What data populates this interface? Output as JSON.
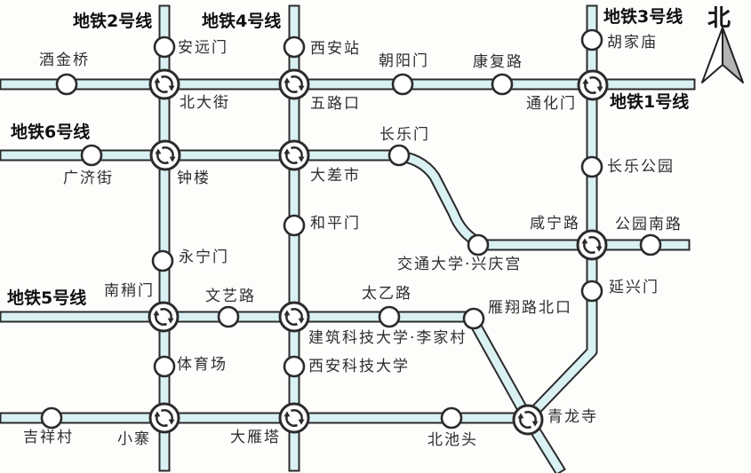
{
  "compass": {
    "label": "北"
  },
  "colors": {
    "line_fill": "#d9f1f3",
    "line_stroke": "#2b2b2b",
    "station_fill": "#ffffff",
    "text": "#2e2e2e"
  },
  "line_labels": [
    {
      "id": "line2",
      "text": "地铁2号线"
    },
    {
      "id": "line4",
      "text": "地铁4号线"
    },
    {
      "id": "line3",
      "text": "地铁3号线"
    },
    {
      "id": "line1",
      "text": "地铁1号线"
    },
    {
      "id": "line6",
      "text": "地铁6号线"
    },
    {
      "id": "line5",
      "text": "地铁5号线"
    }
  ],
  "stations": [
    {
      "name": "酒金桥",
      "interchange": false
    },
    {
      "name": "安远门",
      "interchange": false
    },
    {
      "name": "西安站",
      "interchange": false
    },
    {
      "name": "北大街",
      "interchange": true
    },
    {
      "name": "五路口",
      "interchange": true
    },
    {
      "name": "朝阳门",
      "interchange": false
    },
    {
      "name": "康复路",
      "interchange": false
    },
    {
      "name": "胡家庙",
      "interchange": false
    },
    {
      "name": "通化门",
      "interchange": true
    },
    {
      "name": "长乐门",
      "interchange": false
    },
    {
      "name": "长乐公园",
      "interchange": false
    },
    {
      "name": "广济街",
      "interchange": false
    },
    {
      "name": "钟楼",
      "interchange": true
    },
    {
      "name": "大差市",
      "interchange": true
    },
    {
      "name": "和平门",
      "interchange": false
    },
    {
      "name": "永宁门",
      "interchange": false
    },
    {
      "name": "咸宁路",
      "interchange": true
    },
    {
      "name": "公园南路",
      "interchange": false
    },
    {
      "name": "交通大学·兴庆宫",
      "interchange": false
    },
    {
      "name": "延兴门",
      "interchange": false
    },
    {
      "name": "南稍门",
      "interchange": true
    },
    {
      "name": "文艺路",
      "interchange": false
    },
    {
      "name": "太乙路",
      "interchange": false
    },
    {
      "name": "雁翔路北口",
      "interchange": false
    },
    {
      "name": "建筑科技大学·李家村",
      "interchange": true
    },
    {
      "name": "体育场",
      "interchange": false
    },
    {
      "name": "西安科技大学",
      "interchange": false
    },
    {
      "name": "吉祥村",
      "interchange": false
    },
    {
      "name": "小寨",
      "interchange": true
    },
    {
      "name": "大雁塔",
      "interchange": true
    },
    {
      "name": "北池头",
      "interchange": false
    },
    {
      "name": "青龙寺",
      "interchange": true
    }
  ],
  "lines": [
    {
      "name": "地铁1号线",
      "stations": [
        "酒金桥",
        "北大街",
        "五路口",
        "朝阳门",
        "康复路",
        "通化门"
      ]
    },
    {
      "name": "地铁2号线",
      "stations": [
        "安远门",
        "北大街",
        "钟楼",
        "永宁门",
        "南稍门",
        "体育场",
        "小寨"
      ]
    },
    {
      "name": "地铁3号线",
      "stations": [
        "胡家庙",
        "通化门",
        "长乐公园",
        "咸宁路",
        "延兴门",
        "青龙寺",
        "北池头",
        "大雁塔",
        "小寨",
        "吉祥村"
      ]
    },
    {
      "name": "地铁4号线",
      "stations": [
        "西安站",
        "五路口",
        "大差市",
        "和平门",
        "建筑科技大学·李家村",
        "西安科技大学",
        "大雁塔"
      ]
    },
    {
      "name": "地铁5号线",
      "stations": [
        "南稍门",
        "文艺路",
        "建筑科技大学·李家村",
        "太乙路",
        "雁翔路北口",
        "青龙寺"
      ]
    },
    {
      "name": "地铁6号线",
      "stations": [
        "广济街",
        "钟楼",
        "大差市",
        "长乐门",
        "交通大学·兴庆宫",
        "咸宁路",
        "公园南路"
      ]
    }
  ]
}
